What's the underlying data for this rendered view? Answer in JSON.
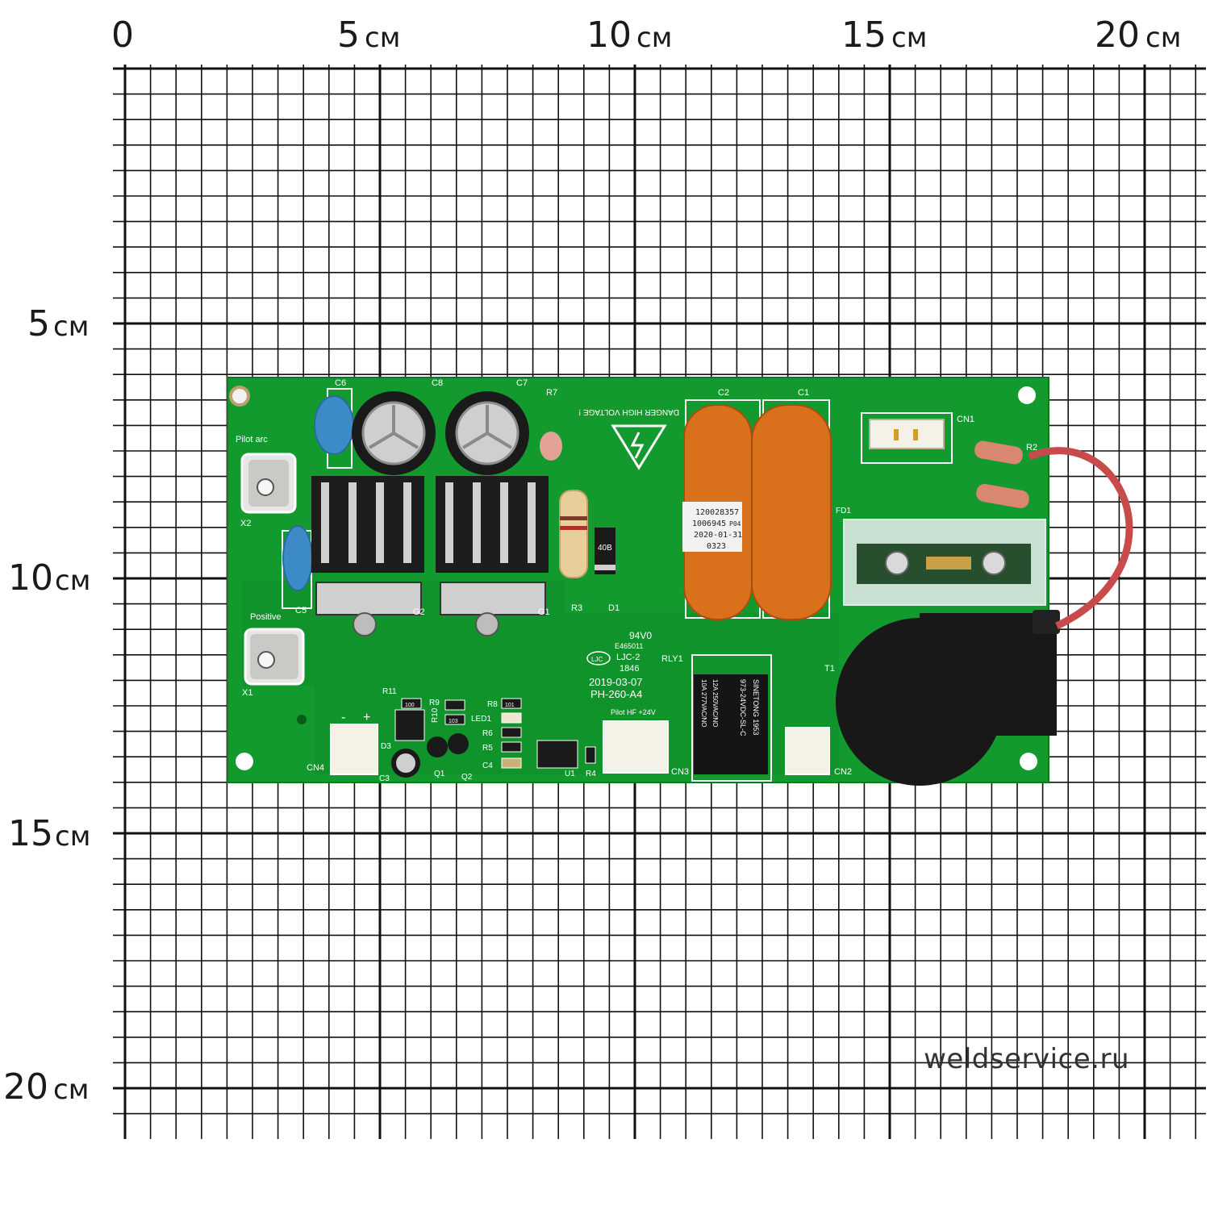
{
  "ruler": {
    "top_labels": [
      {
        "num": "0",
        "unit": ""
      },
      {
        "num": "5",
        "unit": "см"
      },
      {
        "num": "10",
        "unit": "см"
      },
      {
        "num": "15",
        "unit": "см"
      },
      {
        "num": "20",
        "unit": "см"
      }
    ],
    "left_labels": [
      {
        "num": "5",
        "unit": "см"
      },
      {
        "num": "10",
        "unit": "см"
      },
      {
        "num": "15",
        "unit": "см"
      },
      {
        "num": "20",
        "unit": "см"
      }
    ]
  },
  "board": {
    "pilot_arc_label": "Pilot arc",
    "positive_label": "Positive",
    "x2": "X2",
    "x1": "X1",
    "c6": "C6",
    "c8": "C8",
    "c7": "C7",
    "c5": "C5",
    "r7": "R7",
    "r3": "R3",
    "d1": "D1",
    "d1_mark": "40B",
    "g2": "G2",
    "g1": "G1",
    "c2": "C2",
    "c1": "C1",
    "cn1": "CN1",
    "r2": "R2",
    "fd1": "FD1",
    "danger": "DANGER HIGH VOLTAGE !",
    "cap_label_lines": [
      "120028357",
      "1006945",
      "2020-01-31",
      "0323"
    ],
    "cap_code": "P04",
    "ul": "94V0",
    "e_number": "E465011",
    "ljc": "LJC-2",
    "ljc_logo": "LJC",
    "date_code": "1846",
    "date": "2019-03-07",
    "model": "PH-260-A4",
    "rly1": "RLY1",
    "relay_lines": [
      "SINETONG 1953",
      "973-24VDC-SL-C",
      "12A 250VAC/NO",
      "10A 277VAC/NO"
    ],
    "t1": "T1",
    "r11": "R11",
    "r9": "R9",
    "r10": "R10",
    "r8": "R8",
    "led1": "LED1",
    "r6": "R6",
    "r5": "R5",
    "c4": "C4",
    "d3": "D3",
    "c3": "C3",
    "q1": "Q1",
    "q2": "Q2",
    "u1": "U1",
    "r4": "R4",
    "cn4": "CN4",
    "cn4_minus": "-",
    "cn4_plus": "+",
    "cn3": "CN3",
    "cn3_pins": "Pilot   HF      +24V",
    "cn2": "CN2",
    "smd_100": "100",
    "smd_103": "103",
    "smd_101": "101"
  },
  "watermark": "weldservice.ru",
  "colors": {
    "pcb_green": "#139a2e",
    "grid_line": "#111111",
    "capacitor_orange": "#d8701c",
    "capacitor_blue": "#3c8bc7",
    "wire_red": "#c94a4a"
  }
}
